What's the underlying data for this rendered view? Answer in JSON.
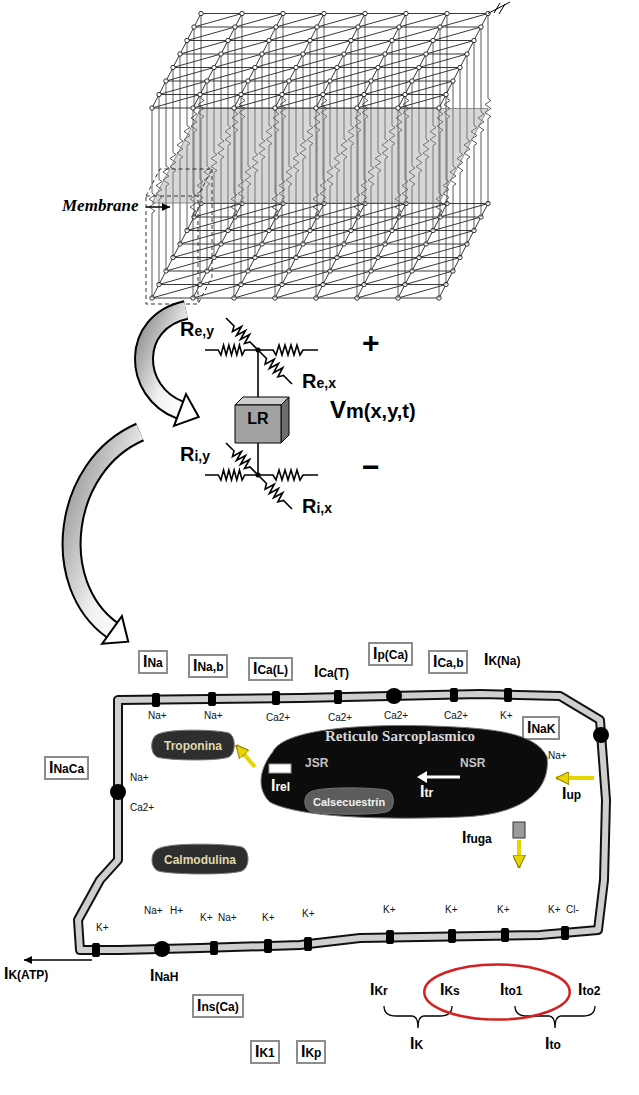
{
  "diagram": {
    "nodes": [
      {
        "text": [
          "LR"
        ]
      },
      {
        "text": [
          "INa"
        ]
      },
      {
        "text": [
          "INa,b"
        ]
      },
      {
        "text": [
          "ICa(L)"
        ]
      },
      {
        "text": [
          "Ip(Ca)"
        ]
      },
      {
        "text": [
          "ICa,b"
        ]
      },
      {
        "text": [
          "Troponina"
        ]
      },
      {
        "text": [
          "INaK"
        ]
      },
      {
        "text": [
          "INaCa"
        ]
      },
      {
        "text": [
          "Reticulo Sarcoplasmico",
          "JSR",
          "NSR",
          "Irel",
          "Itr"
        ]
      },
      {
        "text": [
          "Calsecuestrín"
        ],
        "in": 9
      },
      {
        "text": [
          "Calmodulina"
        ]
      },
      {
        "text": [
          "Ins(Ca)"
        ]
      },
      {
        "text": [
          "IK1"
        ]
      },
      {
        "text": [
          "IKp"
        ]
      },
      {
        "text": [
          "IKs",
          "Ito1"
        ]
      }
    ],
    "edges": [
      {
        "from": 9,
        "to": 6,
        "arrow": "to"
      }
    ],
    "labels": [
      "Membrane",
      "Re,y",
      "Re,x",
      "+",
      "Vm(x,y,t)",
      "Ri,y",
      "Ri,x",
      "−",
      "ICa(T)",
      "IK(Na)",
      "Na+",
      "Na+",
      "Ca2+",
      "Ca2+",
      "Ca2+",
      "Ca2+",
      "K+",
      "Na+",
      "Na+",
      "Ca2+",
      "Iup",
      "Ifuga",
      "IK(ATP)",
      "K+",
      "Na+",
      "H+",
      "K+",
      "Na+",
      "K+",
      "K+",
      "K+",
      "K+",
      "K+",
      "K+",
      "Cl-",
      "INaH",
      "IKr",
      "Ito2",
      "IK",
      "Ito"
    ]
  }
}
